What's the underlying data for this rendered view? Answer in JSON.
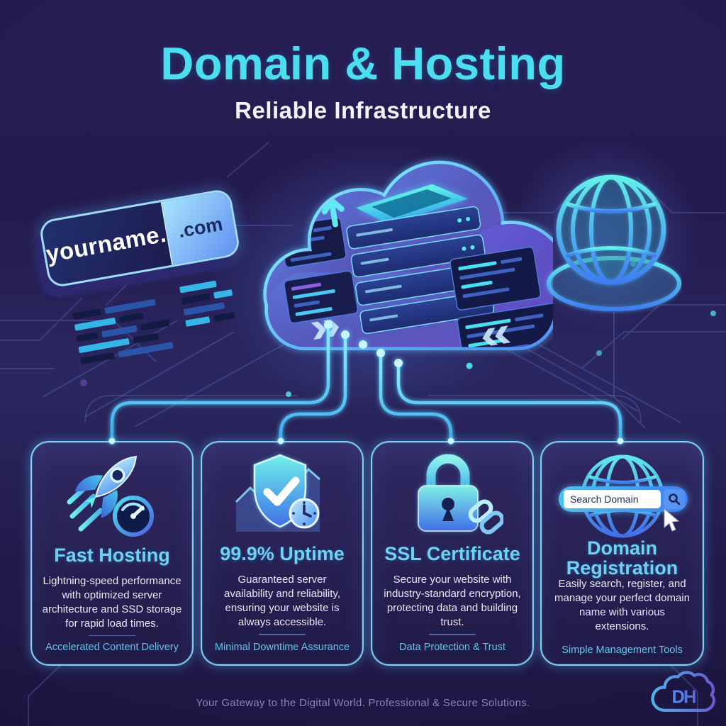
{
  "header": {
    "title": "Domain & Hosting",
    "subtitle": "Reliable Infrastructure"
  },
  "hero": {
    "domain_badge": {
      "name": "yourname.",
      "tld": ".com"
    },
    "icons": [
      "cloud-server-illustration",
      "globe-icon",
      "circuit-traces"
    ]
  },
  "cards": [
    {
      "title": "Fast Hosting",
      "description": "Lightning-speed performance with optimized server architecture and SSD storage for rapid load times.",
      "tagline": "Accelerated Content Delivery",
      "icons": [
        "rocket-icon",
        "speedometer-icon"
      ]
    },
    {
      "title": "99.9% Uptime",
      "description": "Guaranteed server availability and reliability, ensuring your website is always accessible.",
      "tagline": "Minimal Downtime Assurance",
      "icons": [
        "shield-check-icon",
        "clock-icon",
        "uptime-graph-icon"
      ]
    },
    {
      "title": "SSL Certificate",
      "description": "Secure your website with industry-standard encryption, protecting data and building trust.",
      "tagline": "Data Protection & Trust",
      "icons": [
        "padlock-icon",
        "chain-link-icon"
      ]
    },
    {
      "title": "Domain Registration",
      "description": "Easily search, register, and manage your perfect domain name with various extensions.",
      "tagline": "Simple Management Tools",
      "icons": [
        "globe-icon",
        "search-bar",
        "search-icon",
        "cursor-icon"
      ],
      "search_value": "Search Domain"
    }
  ],
  "footer": {
    "tagline": "Your Gateway to the Digital World. Professional & Secure Solutions.",
    "logo_text": "DH"
  },
  "colors": {
    "background": "#241B4E",
    "accent_cyan": "#4ADEF0",
    "accent_blue": "#4C7EF5",
    "card_border": "#7FD0F5",
    "card_title": "#6FD2F2",
    "body_text": "#EAE7FB",
    "tagline_text": "#63C4E9",
    "footer_text": "#8B83BD"
  }
}
